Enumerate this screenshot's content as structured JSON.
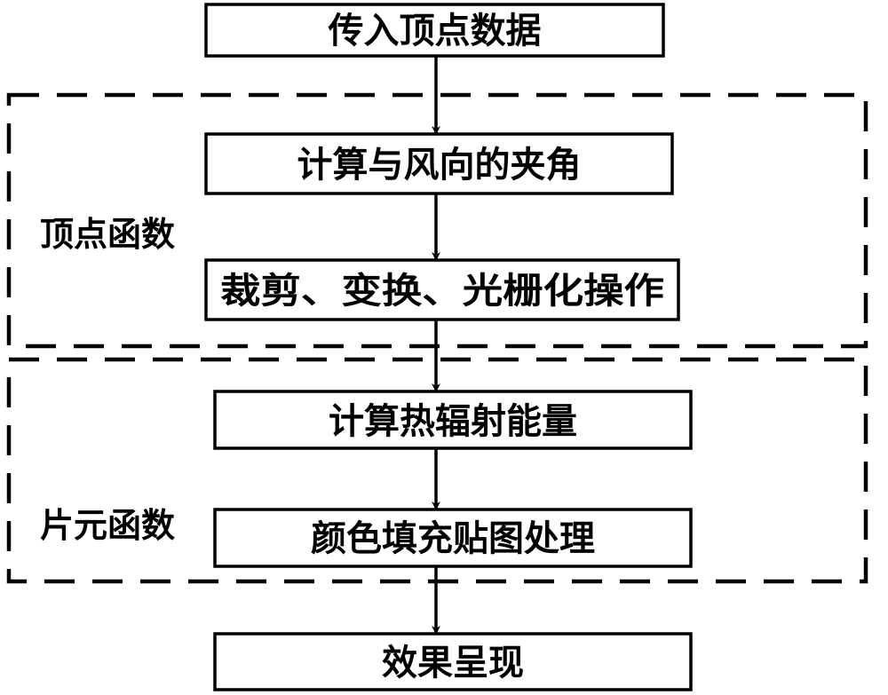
{
  "diagram": {
    "steps": [
      "传入顶点数据",
      "计算与风向的夹角",
      "裁剪、变换、光栅化操作",
      "计算热辐射能量",
      "颜色填充贴图处理",
      "效果呈现"
    ],
    "groups": {
      "vertex_function": "顶点函数",
      "fragment_function": "片元函数"
    }
  }
}
